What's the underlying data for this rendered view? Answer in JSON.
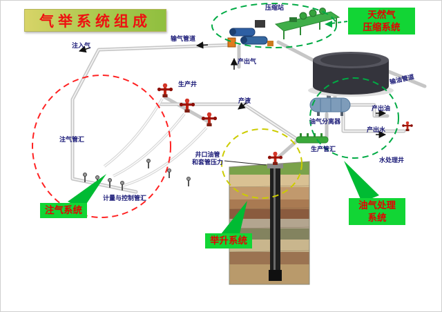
{
  "title": "气举系统组成",
  "system_labels": {
    "compression": "天然气\n压缩系统",
    "injection": "注气系统",
    "lifting": "举升系统",
    "processing": "油气处理\n系统"
  },
  "component_labels": {
    "compressor_station": "压缩站",
    "gas_pipeline": "输气管道",
    "injection_gas": "注入气",
    "produced_gas": "产出气",
    "production_well": "生产井",
    "produced_liquid": "产液",
    "oil_pipeline": "输油管道",
    "separator": "油气分离器",
    "produced_oil": "产出油",
    "produced_water": "产出水",
    "injection_manifold": "注气管汇",
    "wellhead_pressure": "井口油管\n和套管压力",
    "production_manifold": "生产管汇",
    "water_well": "水处理井",
    "metering_manifold": "计量与控制管汇"
  },
  "colors": {
    "title_text": "#ee1111",
    "system_label_bg": "#12d535",
    "system_label_text": "#e60000",
    "component_label_text": "#1b1b78",
    "injection_ellipse": "#ff2222",
    "compression_ellipse": "#00aa44",
    "processing_ellipse": "#00aa44",
    "lifting_ellipse": "#cccc00",
    "arrow_green": "#00bb33"
  }
}
